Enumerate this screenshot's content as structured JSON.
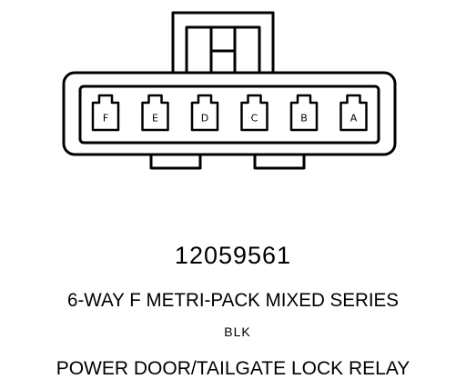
{
  "connector": {
    "part_number": "12059561",
    "description": "6-WAY F METRI-PACK MIXED SERIES",
    "color": "BLK",
    "component": "POWER DOOR/TAILGATE LOCK RELAY",
    "pins": [
      {
        "letter": "F"
      },
      {
        "letter": "E"
      },
      {
        "letter": "D"
      },
      {
        "letter": "C"
      },
      {
        "letter": "B"
      },
      {
        "letter": "A"
      }
    ]
  }
}
